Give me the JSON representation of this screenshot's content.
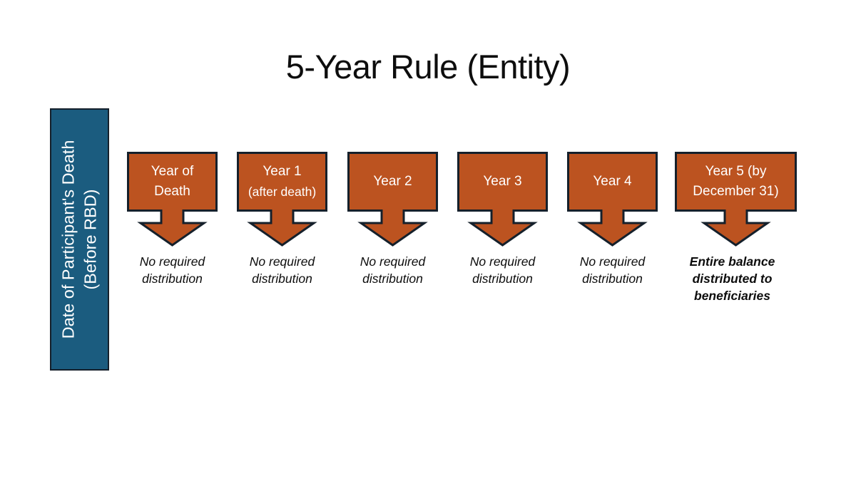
{
  "slide": {
    "title": "5-Year Rule (Entity)",
    "background_color": "#ffffff"
  },
  "colors": {
    "box_fill": "#bc5320",
    "box_border": "#15202b",
    "bar_fill": "#1b5c7f",
    "bar_border": "#15202b",
    "box_text": "#ffffff",
    "caption_text": "#0d0d0d"
  },
  "timeline_marker": {
    "label_line1": "Date of Participant's Death",
    "label_line2": "(Before RBD)",
    "orientation": "vertical-rotated-90"
  },
  "steps": [
    {
      "id": "year-of-death",
      "box_line1": "Year of",
      "box_line2": "Death",
      "box_line2_small": false,
      "arrow": "down-arrow",
      "caption": "No required distribution",
      "caption_bold": false
    },
    {
      "id": "year-1",
      "box_line1": "Year 1",
      "box_line2": "(after death)",
      "box_line2_small": true,
      "arrow": "down-arrow",
      "caption": "No required distribution",
      "caption_bold": false
    },
    {
      "id": "year-2",
      "box_line1": "Year 2",
      "box_line2": "",
      "box_line2_small": false,
      "arrow": "down-arrow",
      "caption": "No required distribution",
      "caption_bold": false
    },
    {
      "id": "year-3",
      "box_line1": "Year 3",
      "box_line2": "",
      "box_line2_small": false,
      "arrow": "down-arrow",
      "caption": "No required distribution",
      "caption_bold": false
    },
    {
      "id": "year-4",
      "box_line1": "Year 4",
      "box_line2": "",
      "box_line2_small": false,
      "arrow": "down-arrow",
      "caption": "No required distribution",
      "caption_bold": false
    },
    {
      "id": "year-5",
      "box_line1": "Year 5 (by",
      "box_line2": "December 31)",
      "box_line2_small": false,
      "arrow": "down-arrow",
      "caption": "Entire balance distributed to beneficiaries",
      "caption_bold": true
    }
  ]
}
